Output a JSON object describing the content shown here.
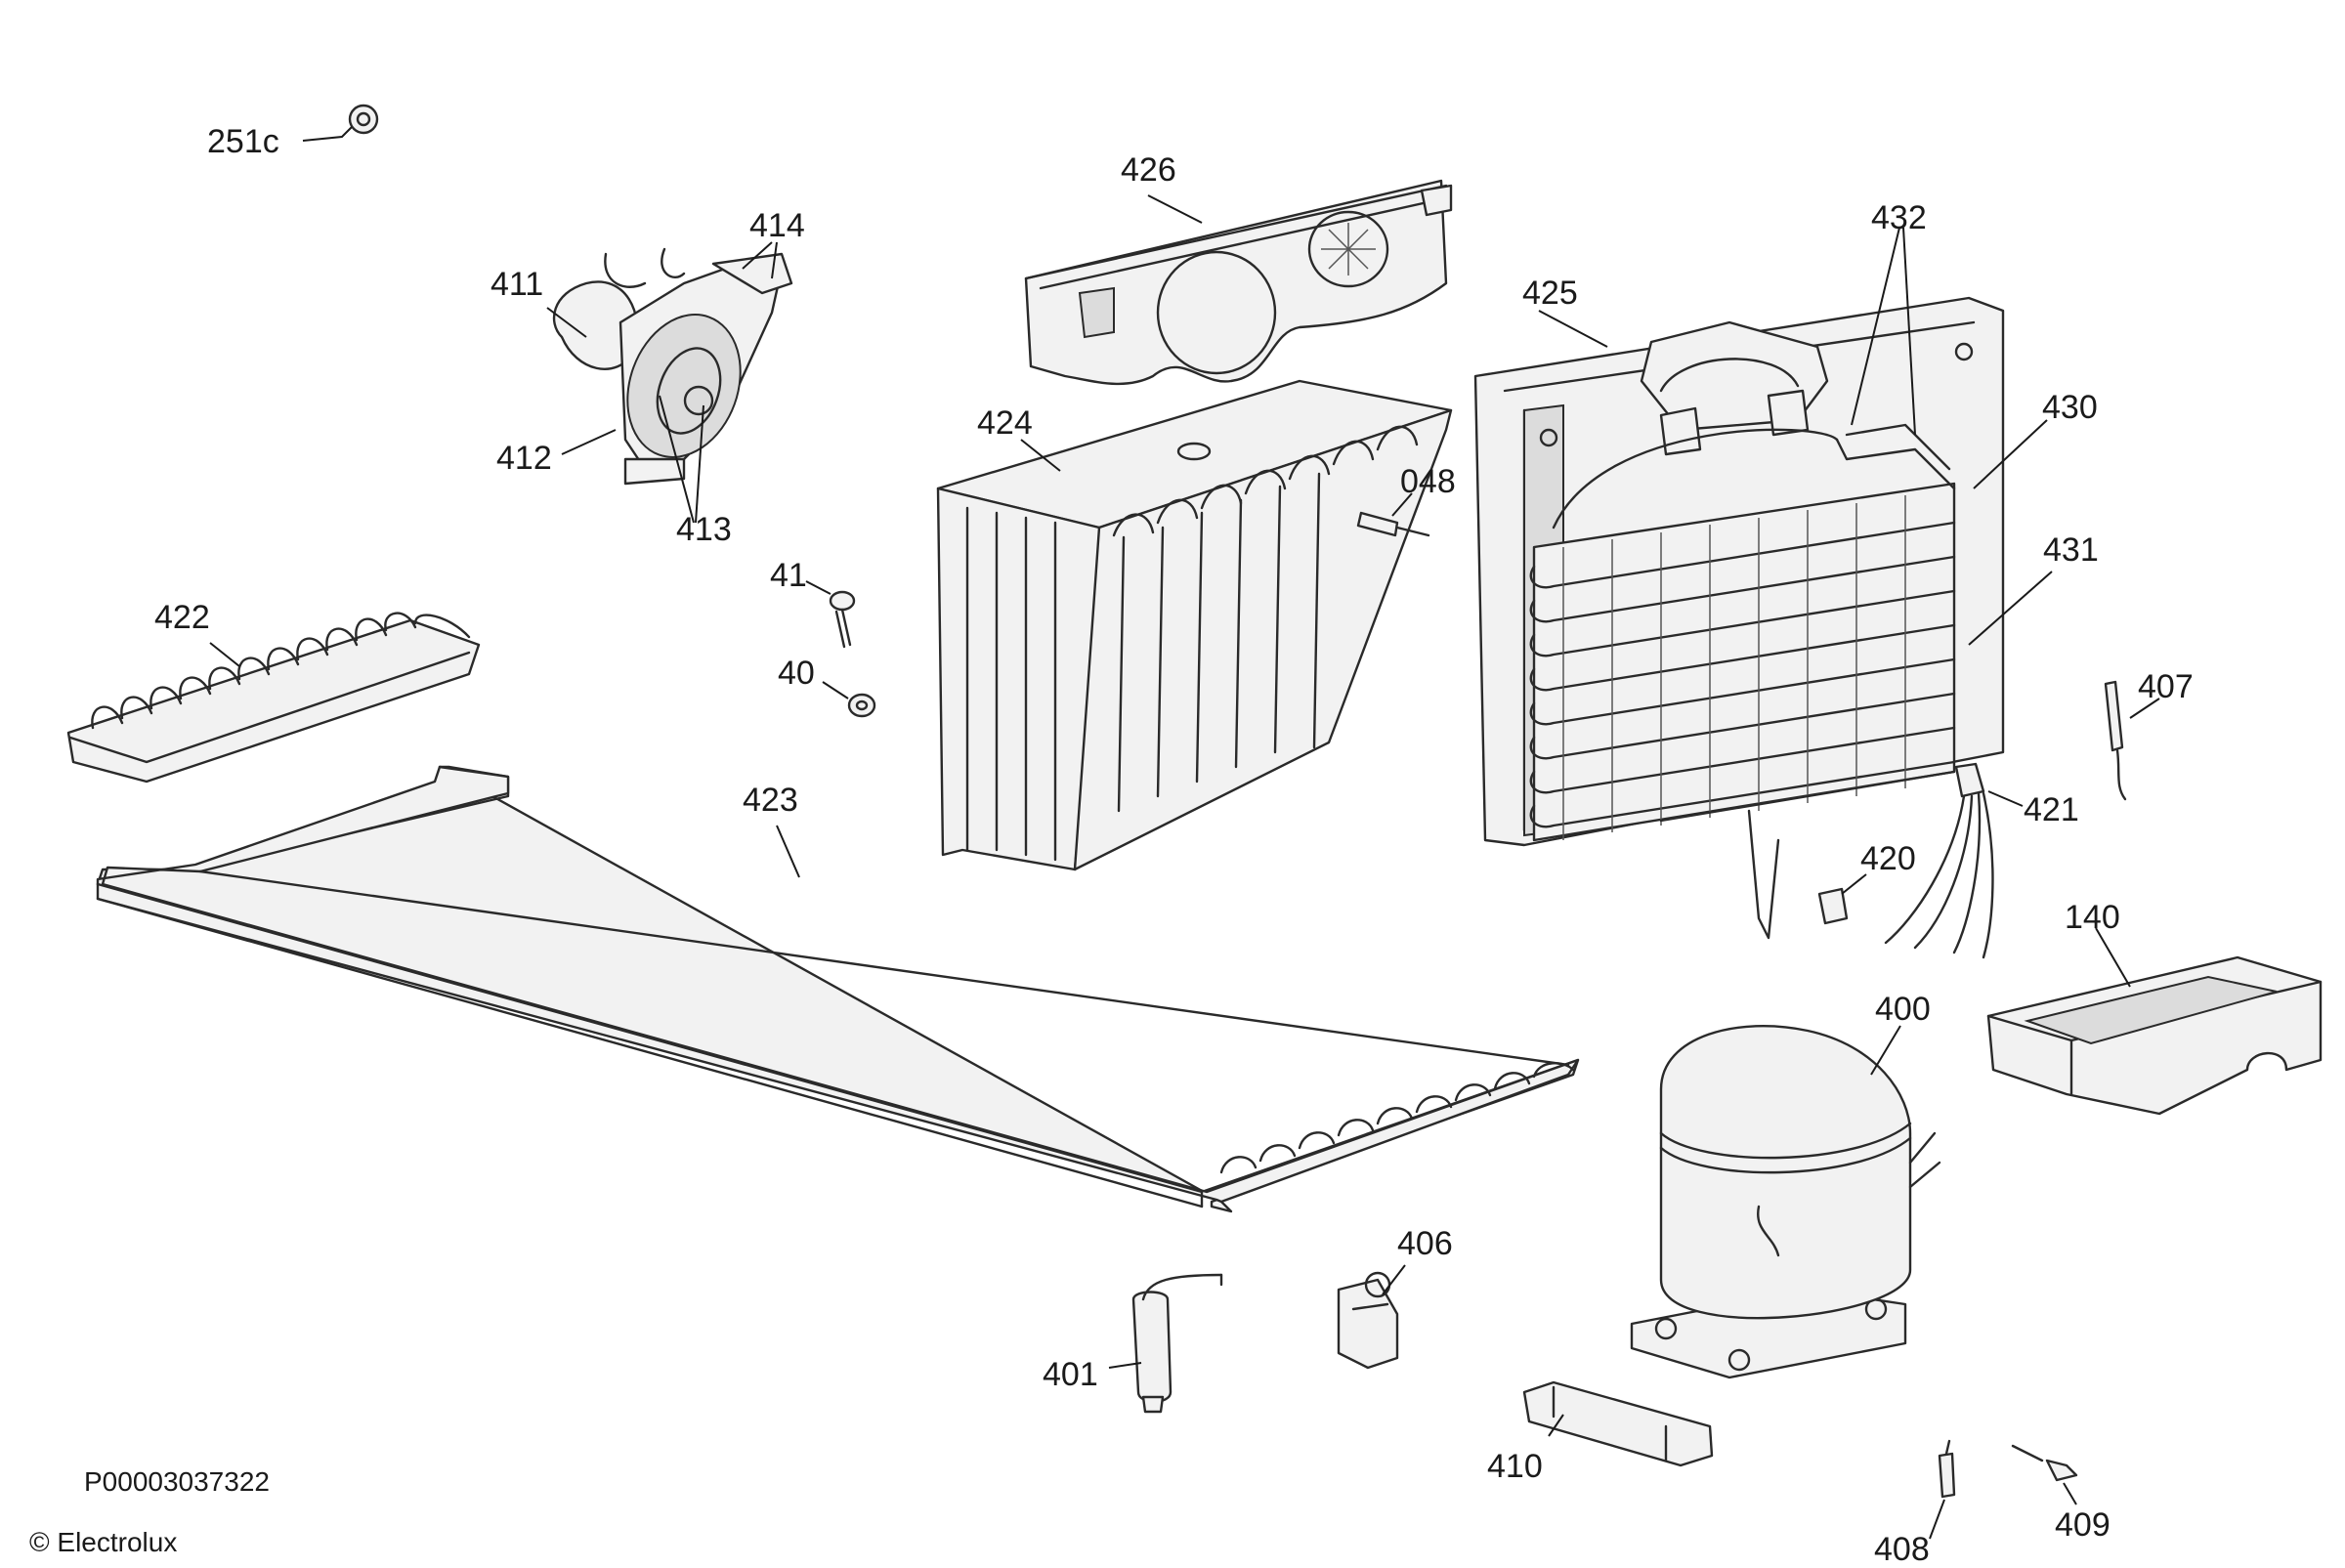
{
  "diagram": {
    "labels": {
      "p251c": "251c",
      "p411": "411",
      "p412": "412",
      "p413": "413",
      "p414": "414",
      "p426": "426",
      "p432": "432",
      "p425": "425",
      "p430": "430",
      "p431": "431",
      "p424": "424",
      "p048": "048",
      "p41": "41",
      "p40": "40",
      "p422": "422",
      "p423": "423",
      "p407": "407",
      "p421": "421",
      "p420": "420",
      "p140": "140",
      "p400": "400",
      "p406": "406",
      "p401": "401",
      "p410": "410",
      "p408": "408",
      "p409": "409"
    },
    "drawing_code": "P00003037322",
    "copyright": "© Electrolux"
  },
  "colors": {
    "ink": "#1a1a1a",
    "paper": "#ffffff"
  }
}
